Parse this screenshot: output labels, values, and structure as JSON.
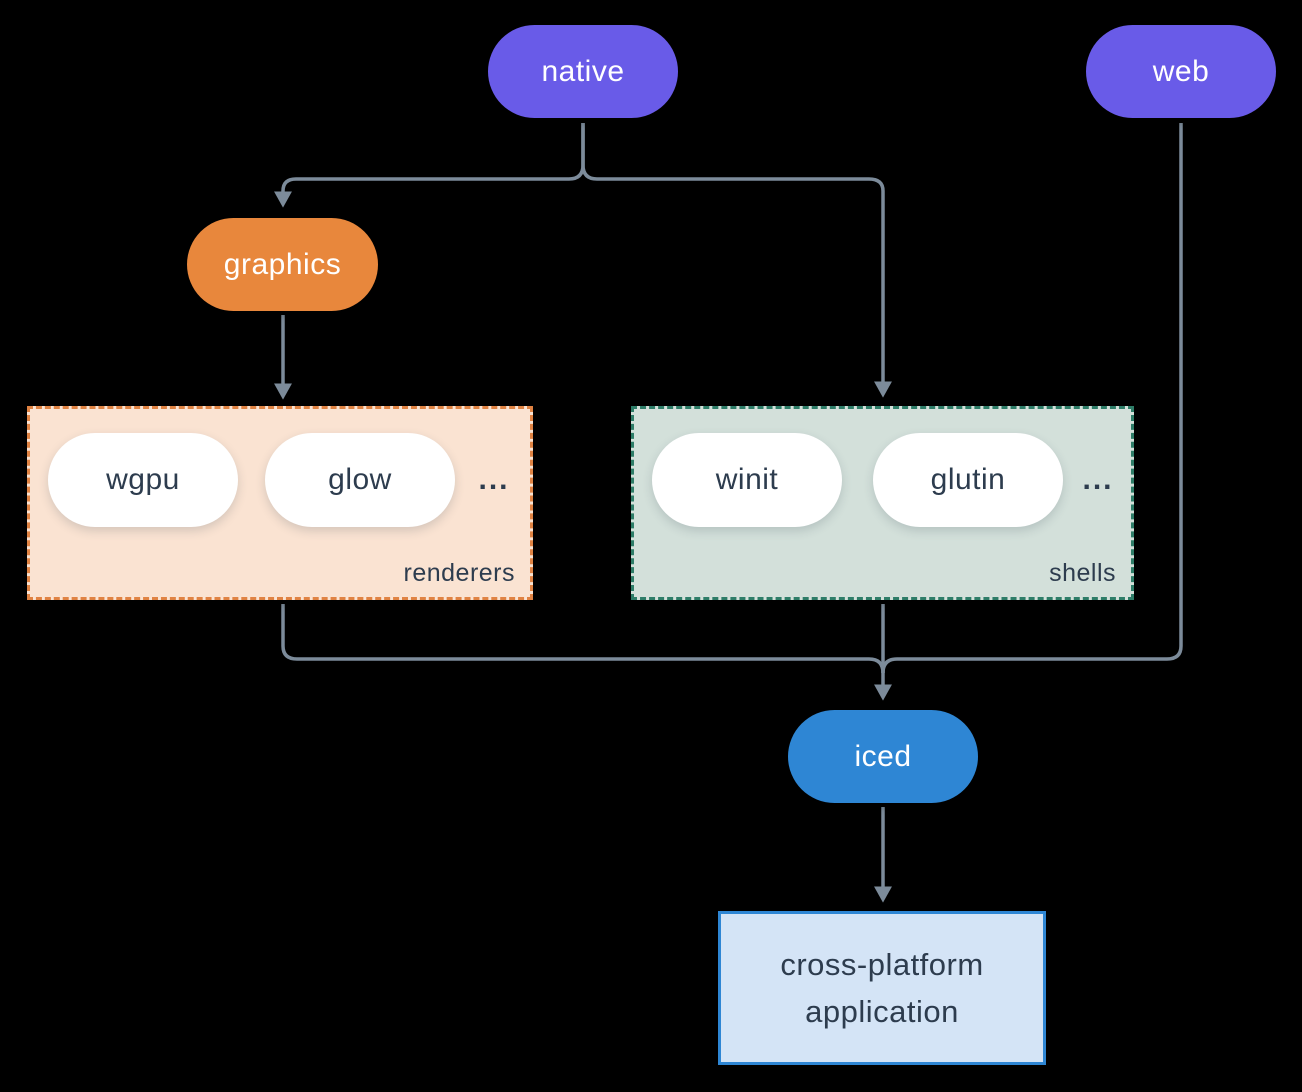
{
  "diagram": {
    "background": "#000000",
    "line_color": "#7C8B9A",
    "nodes": {
      "native": {
        "label": "native",
        "color": "#695BE8",
        "text_color": "#FFFFFF"
      },
      "web": {
        "label": "web",
        "color": "#695BE8",
        "text_color": "#FFFFFF"
      },
      "graphics": {
        "label": "graphics",
        "color": "#E8873C",
        "text_color": "#FFFFFF"
      },
      "iced": {
        "label": "iced",
        "color": "#2E86D4",
        "text_color": "#FFFFFF"
      },
      "application": {
        "line1": "cross-platform",
        "line2": "application",
        "fill": "#D4E4F6",
        "border": "#2E86D4",
        "text_color": "#2D3C4E"
      }
    },
    "groups": {
      "renderers": {
        "label": "renderers",
        "items": [
          "wgpu",
          "glow"
        ],
        "ellipsis": "...",
        "fill": "#FAE3D2",
        "border": "#E08343",
        "item_fill": "#FFFFFF",
        "item_text_color": "#2D3C4E"
      },
      "shells": {
        "label": "shells",
        "items": [
          "winit",
          "glutin"
        ],
        "ellipsis": "...",
        "fill": "#D3E0DA",
        "border": "#2E7D68",
        "item_fill": "#FFFFFF",
        "item_text_color": "#2D3C4E"
      }
    },
    "edges": [
      "native -> graphics",
      "native -> shells",
      "graphics -> renderers",
      "renderers -> iced",
      "shells -> iced",
      "web -> iced",
      "iced -> application"
    ]
  }
}
